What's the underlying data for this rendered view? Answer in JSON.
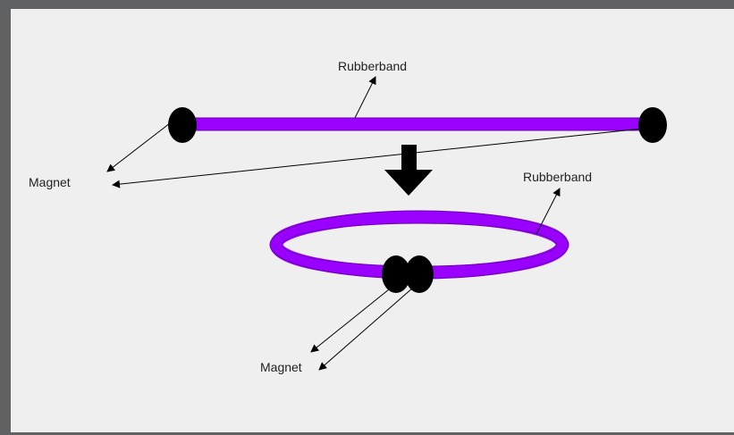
{
  "labels": {
    "rubberband_top": "Rubberband",
    "rubberband_ring": "Rubberband",
    "magnet_top": "Magnet",
    "magnet_bottom": "Magnet"
  },
  "colors": {
    "background": "#5f6163",
    "canvas": "#efefef",
    "rubberband": "#9a00ff",
    "magnet": "#000000",
    "arrow": "#000000"
  }
}
